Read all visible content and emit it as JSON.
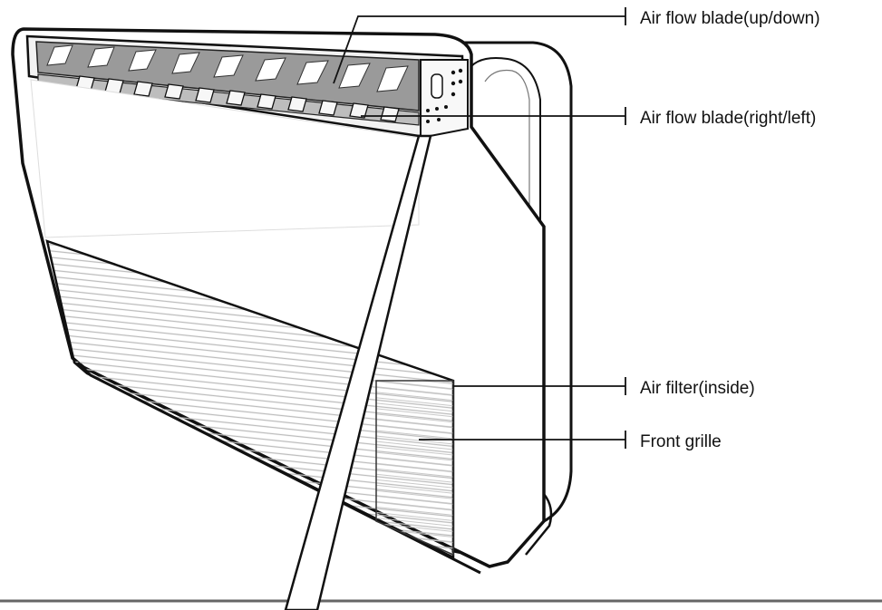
{
  "callouts": {
    "blade_up_down": "Air flow blade(up/down)",
    "blade_right_left": "Air flow blade(right/left)",
    "air_filter": "Air filter(inside)",
    "front_grille": "Front grille"
  },
  "colors": {
    "outline": "#111111",
    "louver_shade": "#8c8c8c",
    "grille_shade": "#e8e8e8"
  }
}
